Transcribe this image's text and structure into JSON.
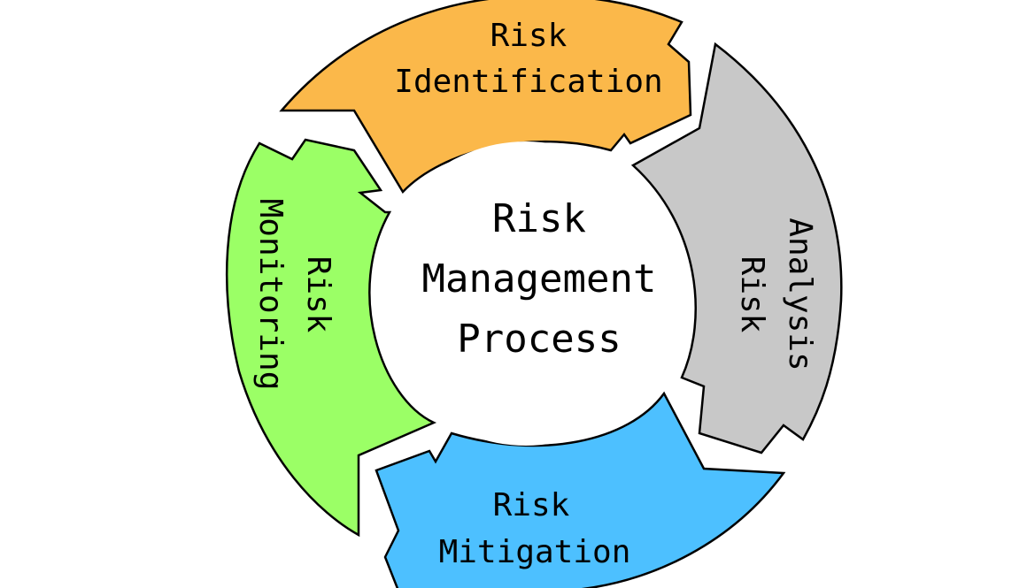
{
  "center": {
    "line1": "Risk",
    "line2": "Management",
    "line3": "Process"
  },
  "segments": {
    "identification": {
      "line1": "Risk",
      "line2": "Identification",
      "color": "#FBB84A"
    },
    "analysis": {
      "line1": "Risk",
      "line2": "Analysis",
      "color": "#C8C8C8"
    },
    "mitigation": {
      "line1": "Risk",
      "line2": "Mitigation",
      "color": "#4DC0FF"
    },
    "monitoring": {
      "line1": "Risk",
      "line2": "Monitoring",
      "color": "#9BFF66"
    }
  }
}
